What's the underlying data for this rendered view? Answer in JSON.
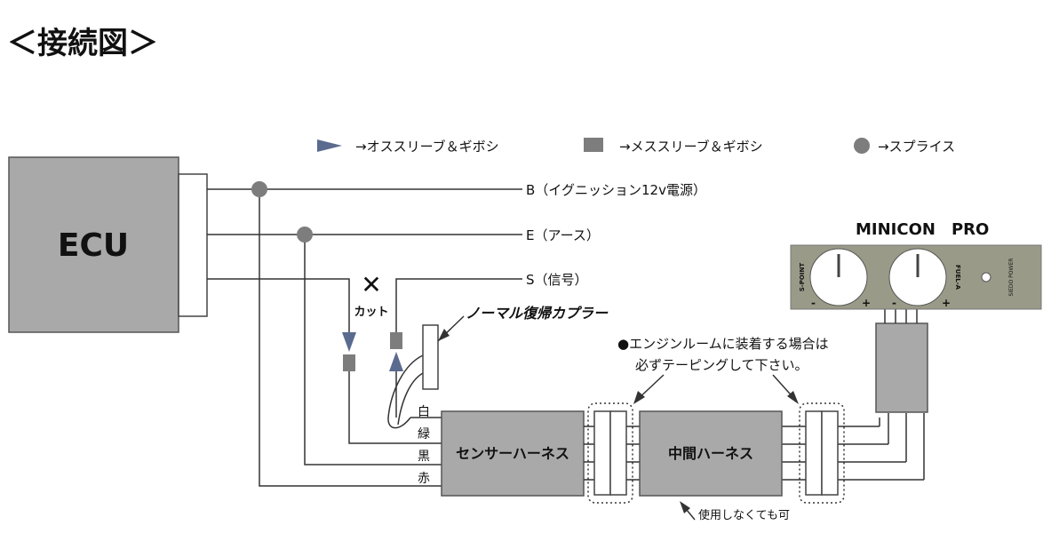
{
  "title": "＜接続図＞",
  "legend": {
    "male_symbol_label": "→オススリーブ＆ギボシ",
    "female_symbol_label": "→メススリーブ＆ギボシ",
    "splice_label": "→スプライス"
  },
  "ecu": {
    "label": "ECU"
  },
  "lines": {
    "b_label": "B（イグニッション12v電源）",
    "e_label": "E（アース）",
    "s_label": "S（信号）"
  },
  "cut": {
    "mark": "✕",
    "label": "カット"
  },
  "normal_coupler_label": "ノーマル復帰カプラー",
  "wire_colors": {
    "white": "白",
    "green": "緑",
    "black": "黒",
    "red": "赤"
  },
  "sensor_harness_label": "センサーハーネス",
  "middle_harness_label": "中間ハーネス",
  "taping_note": {
    "line1": "●エンジンルームに装着する場合は",
    "line2": "必ずテーピングして下さい。"
  },
  "optional_note": "使用しなくても可",
  "minicon": {
    "title": "MINICON　PRO",
    "dial_left_label": "S-POINT",
    "dial_right_label": "FUEL-A",
    "minus": "-",
    "plus": "+",
    "led_label": "SIEDO POWER"
  },
  "colors": {
    "box_fill": "#a9a9a9",
    "box_stroke": "#555555",
    "connector_fill": "#5b6b8f",
    "panel_fill": "#9a9a88",
    "wire": "#333333"
  }
}
